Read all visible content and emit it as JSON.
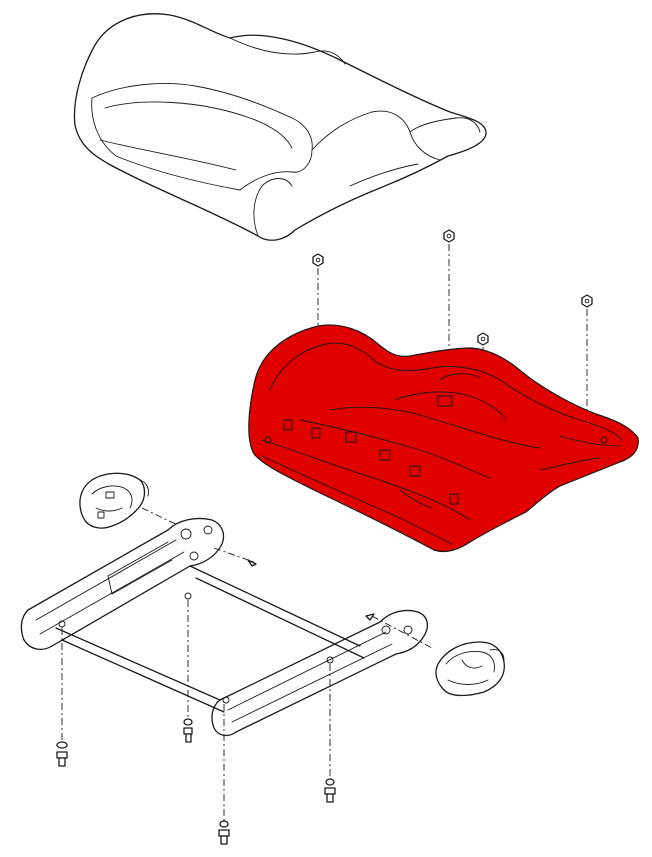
{
  "diagram": {
    "highlight_color": "#e00000",
    "outline_color": "#1a1a1a",
    "background": "#ffffff",
    "parts": [
      "seat-cushion-pad",
      "seat-pan",
      "seat-frame",
      "front-trim-cover",
      "rear-trim-cover",
      "nut",
      "bolt",
      "clip"
    ]
  }
}
